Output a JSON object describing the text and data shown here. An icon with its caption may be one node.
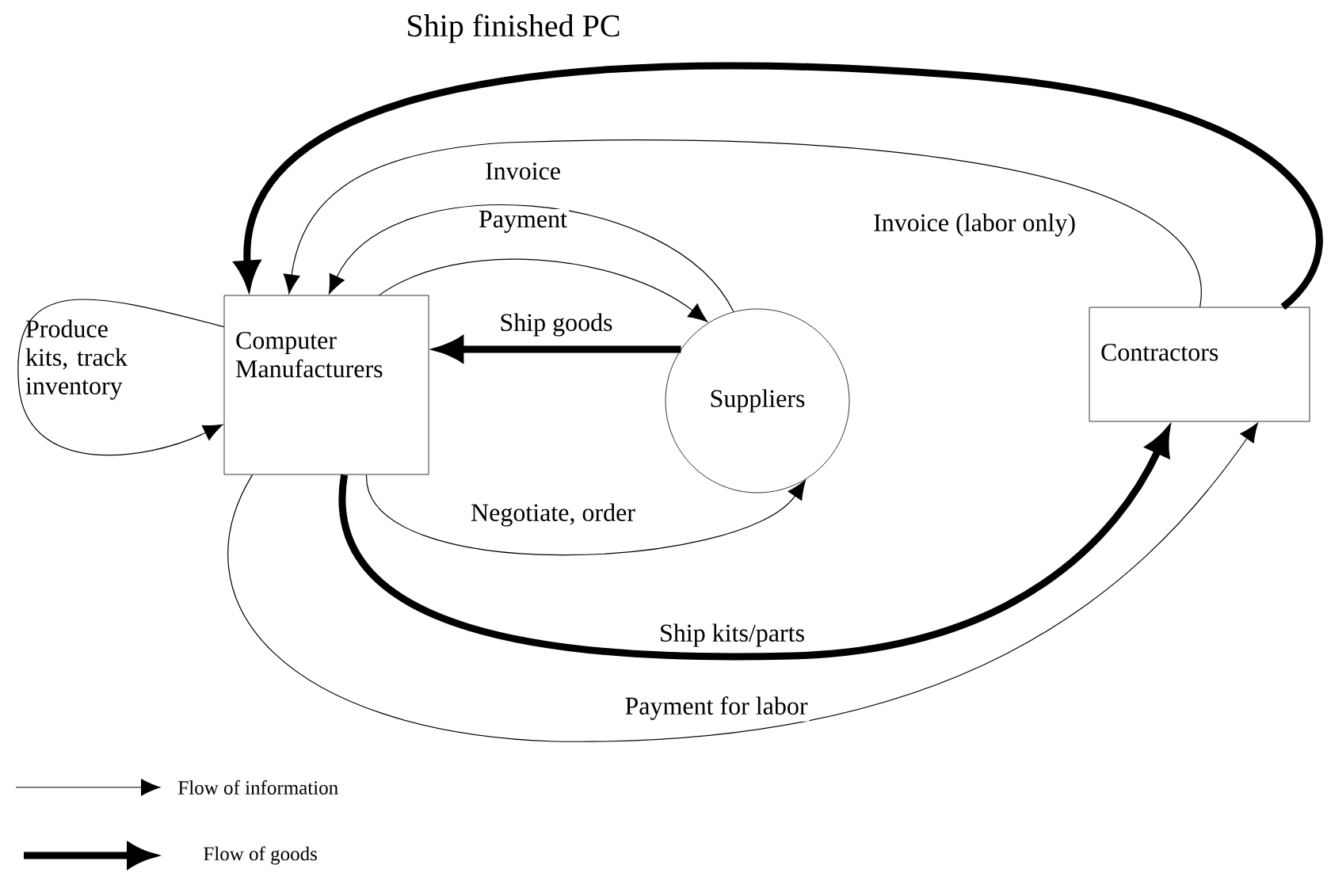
{
  "diagram": {
    "nodes": [
      {
        "text": [
          "Computer Manufacturers"
        ]
      },
      {
        "text": [
          "Suppliers"
        ]
      },
      {
        "text": [
          "Contractors"
        ]
      }
    ],
    "edges": [
      {
        "from": 2,
        "to": 0,
        "arrow": "to",
        "style": "thick",
        "label": "Ship finished PC"
      },
      {
        "from": 1,
        "to": 0,
        "arrow": "to",
        "label": "Invoice"
      },
      {
        "from": 0,
        "to": 1,
        "arrow": "to",
        "label": "Payment"
      },
      {
        "from": 2,
        "to": 0,
        "arrow": "to",
        "label": "Invoice (labor only)"
      },
      {
        "from": 1,
        "to": 0,
        "arrow": "to",
        "style": "thick",
        "label": "Ship goods"
      },
      {
        "from": 0,
        "to": 0,
        "arrow": "to",
        "label": "Produce kits, track inventory"
      },
      {
        "from": 0,
        "to": 1,
        "arrow": "to",
        "label": "Negotiate, order"
      },
      {
        "from": 0,
        "to": 2,
        "arrow": "to",
        "style": "thick",
        "label": "Ship kits/parts"
      },
      {
        "from": 0,
        "to": 2,
        "arrow": "to",
        "label": "Payment for labor"
      }
    ],
    "legend": [
      {
        "text": "Flow of information"
      },
      {
        "text": "Flow of goods"
      }
    ]
  }
}
